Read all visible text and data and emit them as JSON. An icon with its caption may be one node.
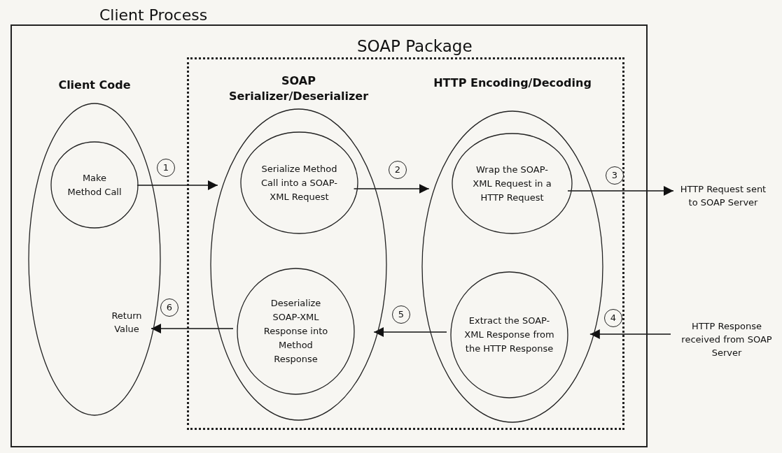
{
  "diagram": {
    "nodes": [
      {
        "text": [
          "Client Process"
        ]
      },
      {
        "text": [
          "Client Code"
        ],
        "in": 0
      },
      {
        "text": [
          "Make Method Call"
        ],
        "in": 1
      },
      {
        "text": [
          "Return Value"
        ],
        "in": 1
      },
      {
        "text": [
          "SOAP Package"
        ],
        "in": 0
      },
      {
        "text": [
          "SOAP Serializer/Deserializer"
        ],
        "in": 4
      },
      {
        "text": [
          "Serialize Method Call into a SOAP-XML Request"
        ],
        "in": 5
      },
      {
        "text": [
          "Deserialize SOAP-XML Response into Method Response"
        ],
        "in": 5
      },
      {
        "text": [
          "HTTP Encoding/Decoding"
        ],
        "in": 4
      },
      {
        "text": [
          "Wrap the SOAP-XML Request in a HTTP Request"
        ],
        "in": 8
      },
      {
        "text": [
          "Extract the SOAP-XML Response from the HTTP Response"
        ],
        "in": 8
      },
      {
        "text": [
          "HTTP Request sent to SOAP Server"
        ]
      },
      {
        "text": [
          "HTTP Response received from SOAP Server"
        ]
      }
    ],
    "edges": [
      {
        "from": 2,
        "to": 5,
        "arrow": "to",
        "label": "1"
      },
      {
        "from": 6,
        "to": 8,
        "arrow": "to",
        "label": "2"
      },
      {
        "from": 9,
        "to": 11,
        "arrow": "to",
        "label": "3"
      },
      {
        "from": 12,
        "to": 8,
        "arrow": "to",
        "label": "4"
      },
      {
        "from": 10,
        "to": 5,
        "arrow": "to",
        "label": "5"
      },
      {
        "from": 7,
        "to": 3,
        "arrow": "to",
        "label": "6"
      }
    ]
  }
}
